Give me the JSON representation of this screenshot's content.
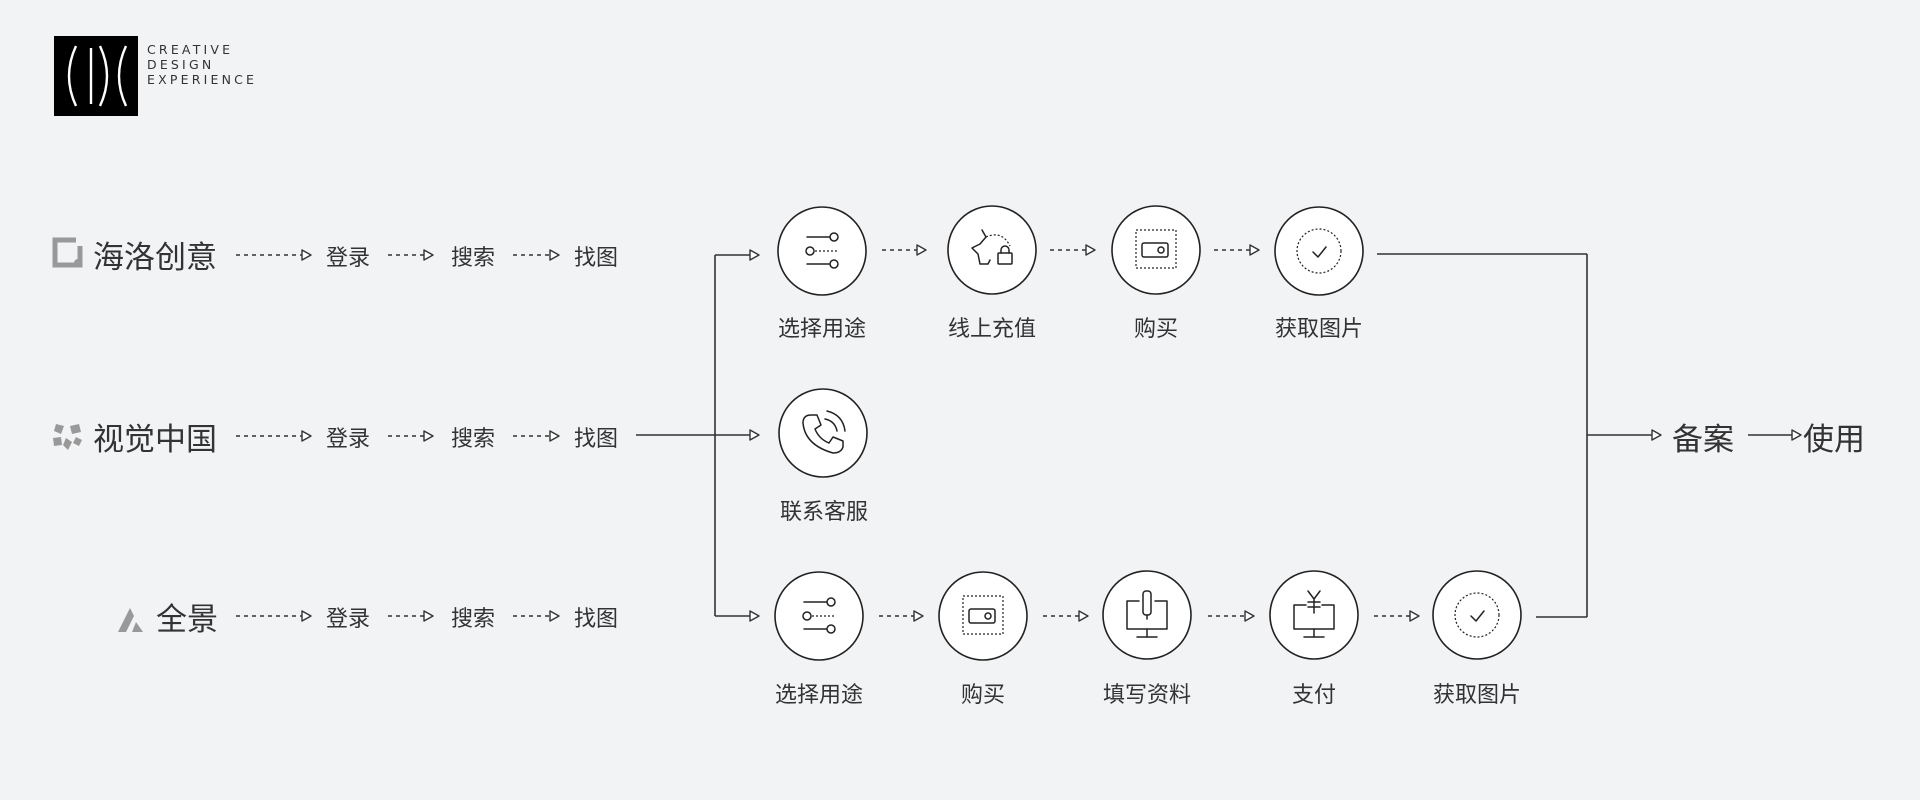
{
  "logo": {
    "lines": [
      "CREATIVE",
      "DESIGN",
      "EXPERIENCE"
    ]
  },
  "rows": [
    {
      "brand": "海洛创意",
      "steps": [
        "登录",
        "搜索",
        "找图"
      ]
    },
    {
      "brand": "视觉中国",
      "steps": [
        "登录",
        "搜索",
        "找图"
      ]
    },
    {
      "brand": "全景",
      "steps": [
        "登录",
        "搜索",
        "找图"
      ]
    }
  ],
  "top_flow": [
    "选择用途",
    "线上充值",
    "购买",
    "获取图片"
  ],
  "middle_flow": [
    "联系客服"
  ],
  "bottom_flow": [
    "选择用途",
    "购买",
    "填写资料",
    "支付",
    "获取图片"
  ],
  "final": {
    "record": "备案",
    "use": "使用"
  },
  "icons": {
    "top": [
      "sliders-icon",
      "piggy-bank-lock-icon",
      "wallet-icon",
      "check-circle-icon"
    ],
    "middle": [
      "phone-icon"
    ],
    "bottom": [
      "sliders-icon",
      "wallet-icon",
      "monitor-pen-icon",
      "monitor-yen-icon",
      "check-circle-icon"
    ]
  },
  "colors": {
    "background": "#f2f3f5",
    "line": "#333333",
    "brand_icon": "#999999"
  }
}
